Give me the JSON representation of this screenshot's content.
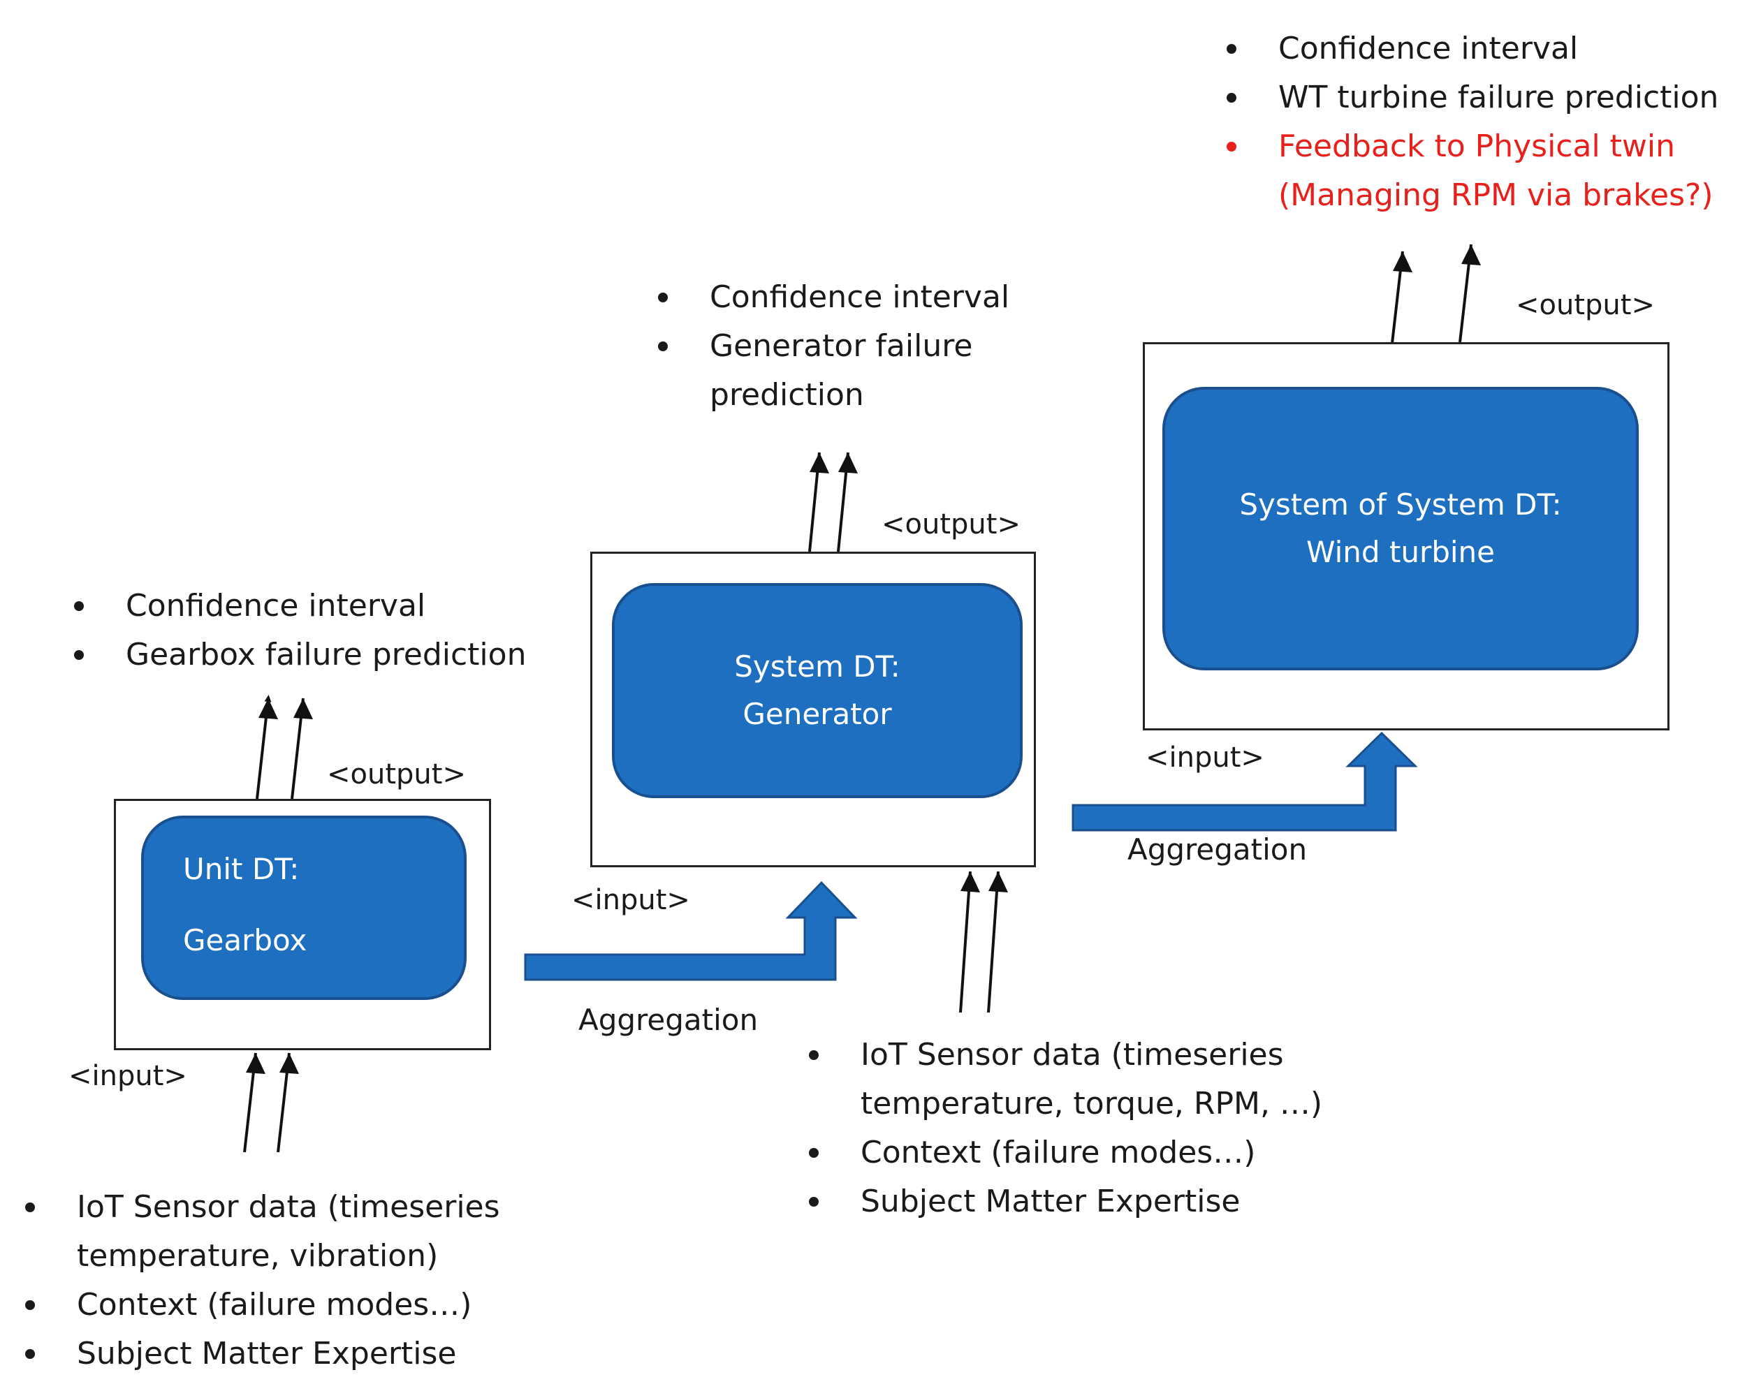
{
  "colors": {
    "block_fill": "#1f6fc0",
    "block_border": "#1a4f8f",
    "highlight": "#e8201c"
  },
  "unit": {
    "label_line1": "Unit DT:",
    "label_line2": "Gearbox",
    "input_tag": "<input>",
    "output_tag": "<output>",
    "outputs": [
      "Confidence interval",
      "Gearbox failure prediction"
    ],
    "inputs": [
      "IoT Sensor data (timeseries temperature, vibration)",
      "Context (failure modes…)",
      "Subject Matter Expertise"
    ]
  },
  "system": {
    "label_line1": "System DT:",
    "label_line2": "Generator",
    "input_tag": "<input>",
    "output_tag": "<output>",
    "outputs": [
      "Confidence interval",
      "Generator failure prediction"
    ],
    "inputs": [
      "IoT Sensor data (timeseries temperature, torque, RPM, …)",
      "Context (failure modes…)",
      "Subject Matter Expertise"
    ]
  },
  "sos": {
    "label_line1": "System of System DT:",
    "label_line2": "Wind turbine",
    "input_tag": "<input>",
    "output_tag": "<output>",
    "outputs": [
      "Confidence interval",
      "WT turbine failure prediction",
      "Feedback to Physical twin (Managing RPM via brakes?)"
    ]
  },
  "aggregation_1": "Aggregation",
  "aggregation_2": "Aggregation"
}
